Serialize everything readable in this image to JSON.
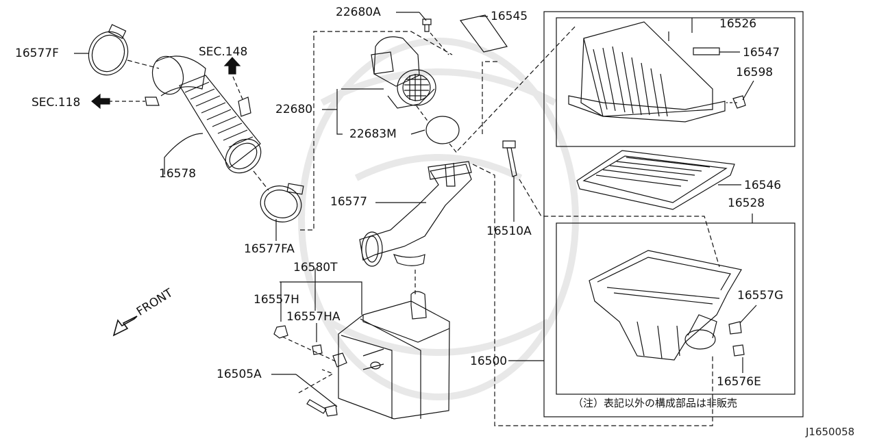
{
  "parts": {
    "p16577F": "16577F",
    "sec148": "SEC.148",
    "sec118": "SEC.118",
    "p16578": "16578",
    "p16577FA": "16577FA",
    "p22680A": "22680A",
    "p22680": "22680",
    "p22683M": "22683M",
    "p16545": "16545",
    "p16577": "16577",
    "p16580T": "16580T",
    "p16557H": "16557H",
    "p16557HA": "16557HA",
    "p16505A": "16505A",
    "p16510A": "16510A",
    "p16500": "16500",
    "p16526": "16526",
    "p16547": "16547",
    "p16598": "16598",
    "p16546": "16546",
    "p16528": "16528",
    "p16557G": "16557G",
    "p16576E": "16576E"
  },
  "front_label": "FRONT",
  "note": "（注）表記以外の構成部品は非販売",
  "diagram_code": "J1650058"
}
